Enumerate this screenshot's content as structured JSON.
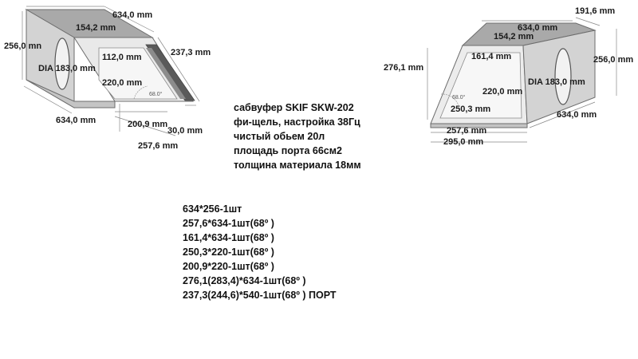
{
  "left_box": {
    "dims": {
      "top_length": "634,0 mm",
      "top_inner": "154,2 mm",
      "height": "256,0 mn",
      "slope": "237,3 mm",
      "port_gap": "112,0 mm",
      "driver_dia": "DIA 183,0 mm",
      "inner_depth": "220,0 mm",
      "bottom_length": "634,0 mm",
      "base_inner": "200,9 mm",
      "port_thickness": "30,0 mm",
      "base_outer": "257,6 mm"
    },
    "angle": "68.0°"
  },
  "right_box": {
    "dims": {
      "top_width": "191,6 mm",
      "top_length": "634,0 mm",
      "top_inner": "154,2 mm",
      "front_inner": "161,4 mm",
      "front_height": "276,1 mm",
      "height": "256,0 mm",
      "driver_dia": "DIA 183,0 mm",
      "inner_depth": "220,0 mm",
      "inner_slope": "250,3 mm",
      "bottom_length": "634,0 mm",
      "base_inner": "257,6 mm",
      "base_outer": "295,0 mm"
    },
    "angle": "68.0°"
  },
  "info_lines": [
    "сабвуфер SKIF SKW-202",
    "фи-щель, настройка 38Гц",
    "чистый обьем 20л",
    "площадь порта 66см2",
    "толщина материала 18мм"
  ],
  "cut_list": [
    "634*256-1шт",
    "257,6*634-1шт(68º  )",
    "161,4*634-1шт(68º  )",
    "250,3*220-1шт(68º  )",
    "200,9*220-1шт(68º  )",
    "276,1(283,4)*634-1шт(68º  )",
    "237,3(244,6)*540-1шт(68º  ) ПОРТ"
  ]
}
